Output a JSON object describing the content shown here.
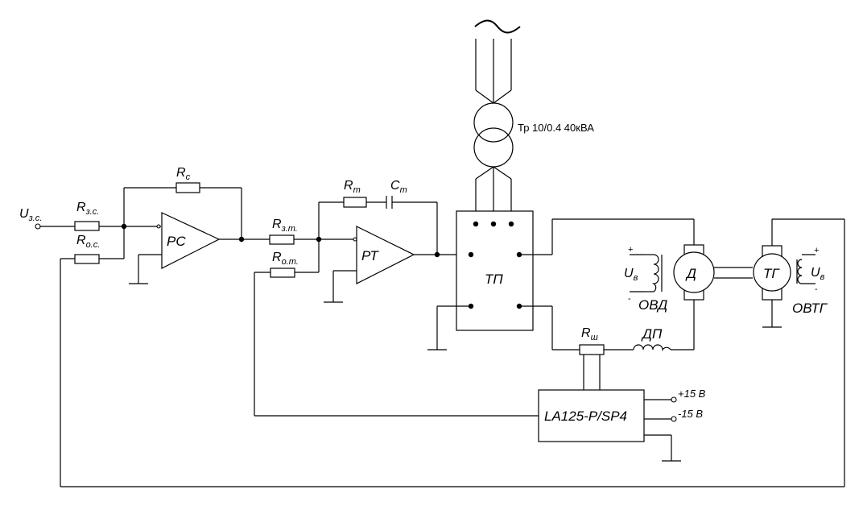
{
  "labels": {
    "u_zs_main": "U",
    "u_zs_sub": "з.с.",
    "r_zs_main": "R",
    "r_zs_sub": "з.с.",
    "r_os_main": "R",
    "r_os_sub": "о.с.",
    "r_c_main": "R",
    "r_c_sub": "с",
    "rc_amp": "РС",
    "r_zt_main": "R",
    "r_zt_sub": "з.т.",
    "r_ot_main": "R",
    "r_ot_sub": "о.т.",
    "r_t_main": "R",
    "r_t_sub": "т",
    "c_t_main": "C",
    "c_t_sub": "т",
    "rt_amp": "РТ",
    "transformer": "Тр 10/0.4  40кВА",
    "tp": "ТП",
    "motor": "Д",
    "tacho": "ТГ",
    "ovd": "ОВД",
    "ovtg": "ОВТГ",
    "uv1_main": "U",
    "uv1_sub": "в",
    "uv2_main": "U",
    "uv2_sub": "в",
    "r_sh_main": "R",
    "r_sh_sub": "ш",
    "dp": "ДП",
    "sensor": "LA125-P/SP4",
    "plus15": "+15 В",
    "minus15": "-15 В",
    "plus_sign": "+",
    "minus_sign": "-",
    "ac_symbol": "~"
  }
}
